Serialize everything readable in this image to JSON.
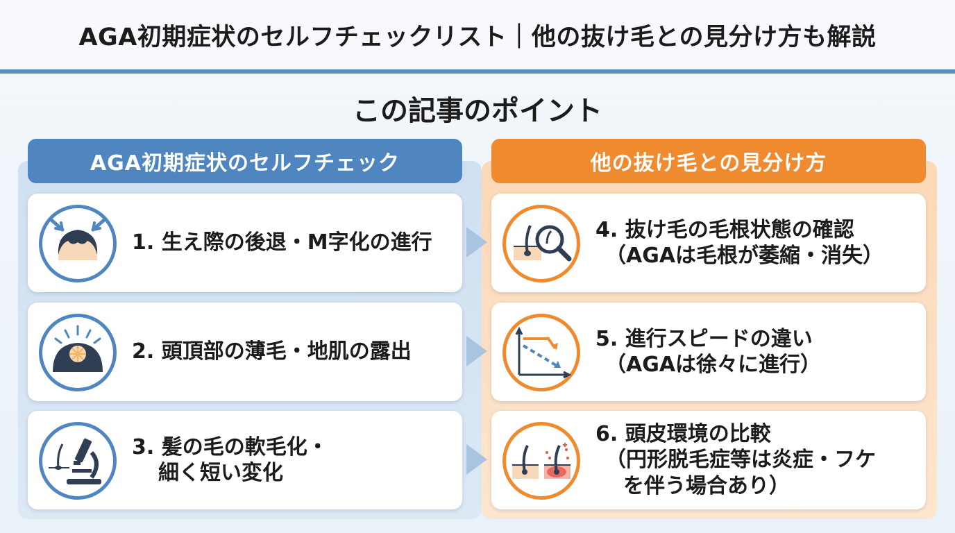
{
  "page_title": "AGA初期症状のセルフチェックリスト｜他の抜け毛との見分け方も解説",
  "section_heading": "この記事のポイント",
  "columns": {
    "left": {
      "header": "AGA初期症状のセルフチェック",
      "color": "#4f86c0",
      "items": [
        {
          "lines": [
            "1. 生え際の後退・M字化の進行"
          ],
          "icon": "receding-hairline-icon"
        },
        {
          "lines": [
            "2. 頭頂部の薄毛・地肌の露出"
          ],
          "icon": "crown-thinning-icon"
        },
        {
          "lines": [
            "3. 髪の毛の軟毛化・",
            "細く短い変化"
          ],
          "icon": "microscope-icon"
        }
      ]
    },
    "right": {
      "header": "他の抜け毛との見分け方",
      "color": "#ef8a2e",
      "items": [
        {
          "lines": [
            "4. 抜け毛の毛根状態の確認",
            "（AGAは毛根が萎縮・消失）"
          ],
          "icon": "hair-root-magnifier-icon"
        },
        {
          "lines": [
            "5. 進行スピードの違い",
            "（AGAは徐々に進行）"
          ],
          "icon": "progression-graph-icon"
        },
        {
          "lines": [
            "6. 頭皮環境の比較",
            "（円形脱毛症等は炎症・フケ",
            "を伴う場合あり）"
          ],
          "icon": "scalp-comparison-icon"
        }
      ]
    }
  }
}
